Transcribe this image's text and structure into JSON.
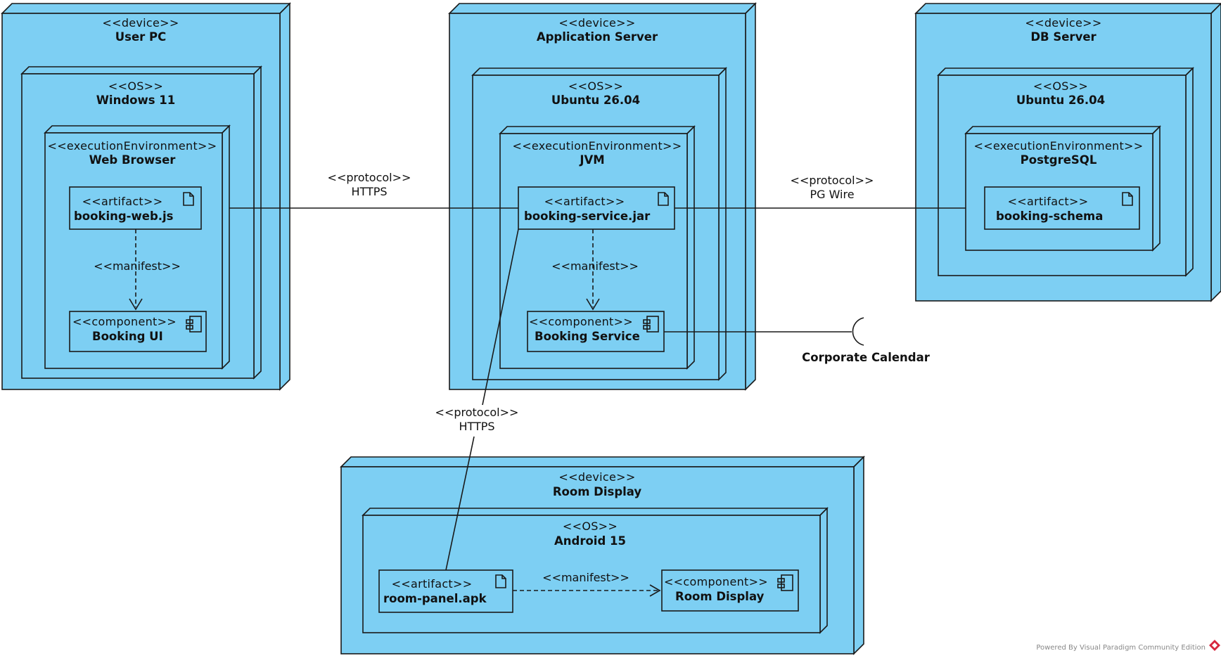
{
  "nodes": {
    "user_pc": {
      "stereotype": "<<device>>",
      "name": "User PC"
    },
    "user_pc_os": {
      "stereotype": "<<OS>>",
      "name": "Windows 11"
    },
    "web_browser": {
      "stereotype": "<<executionEnvironment>>",
      "name": "Web Browser"
    },
    "app_server": {
      "stereotype": "<<device>>",
      "name": "Application Server"
    },
    "app_server_os": {
      "stereotype": "<<OS>>",
      "name": "Ubuntu 26.04"
    },
    "jvm": {
      "stereotype": "<<executionEnvironment>>",
      "name": "JVM"
    },
    "db_server": {
      "stereotype": "<<device>>",
      "name": "DB Server"
    },
    "db_server_os": {
      "stereotype": "<<OS>>",
      "name": "Ubuntu 26.04"
    },
    "postgresql": {
      "stereotype": "<<executionEnvironment>>",
      "name": "PostgreSQL"
    },
    "room_display_device": {
      "stereotype": "<<device>>",
      "name": "Room Display"
    },
    "room_display_os": {
      "stereotype": "<<OS>>",
      "name": "Android 15"
    }
  },
  "artifacts": {
    "booking_web": {
      "stereotype": "<<artifact>>",
      "name": "booking-web.js"
    },
    "booking_service_jar": {
      "stereotype": "<<artifact>>",
      "name": "booking-service.jar"
    },
    "booking_schema": {
      "stereotype": "<<artifact>>",
      "name": "booking-schema"
    },
    "room_panel": {
      "stereotype": "<<artifact>>",
      "name": "room-panel.apk"
    }
  },
  "components": {
    "booking_ui": {
      "stereotype": "<<component>>",
      "name": "Booking UI"
    },
    "booking_service": {
      "stereotype": "<<component>>",
      "name": "Booking Service"
    },
    "room_display": {
      "stereotype": "<<component>>",
      "name": "Room Display"
    }
  },
  "connections": {
    "web_to_app": {
      "stereotype": "<<protocol>>",
      "name": "HTTPS"
    },
    "app_to_db": {
      "stereotype": "<<protocol>>",
      "name": "PG Wire"
    },
    "app_to_room": {
      "stereotype": "<<protocol>>",
      "name": "HTTPS"
    }
  },
  "manifests": {
    "web": "<<manifest>>",
    "service": "<<manifest>>",
    "room": "<<manifest>>"
  },
  "interfaces": {
    "corporate_calendar": "Corporate Calendar"
  },
  "watermark": "Powered By Visual Paradigm Community Edition",
  "colors": {
    "node_fill": "#7dcff3",
    "stroke": "#1a1a1a"
  }
}
